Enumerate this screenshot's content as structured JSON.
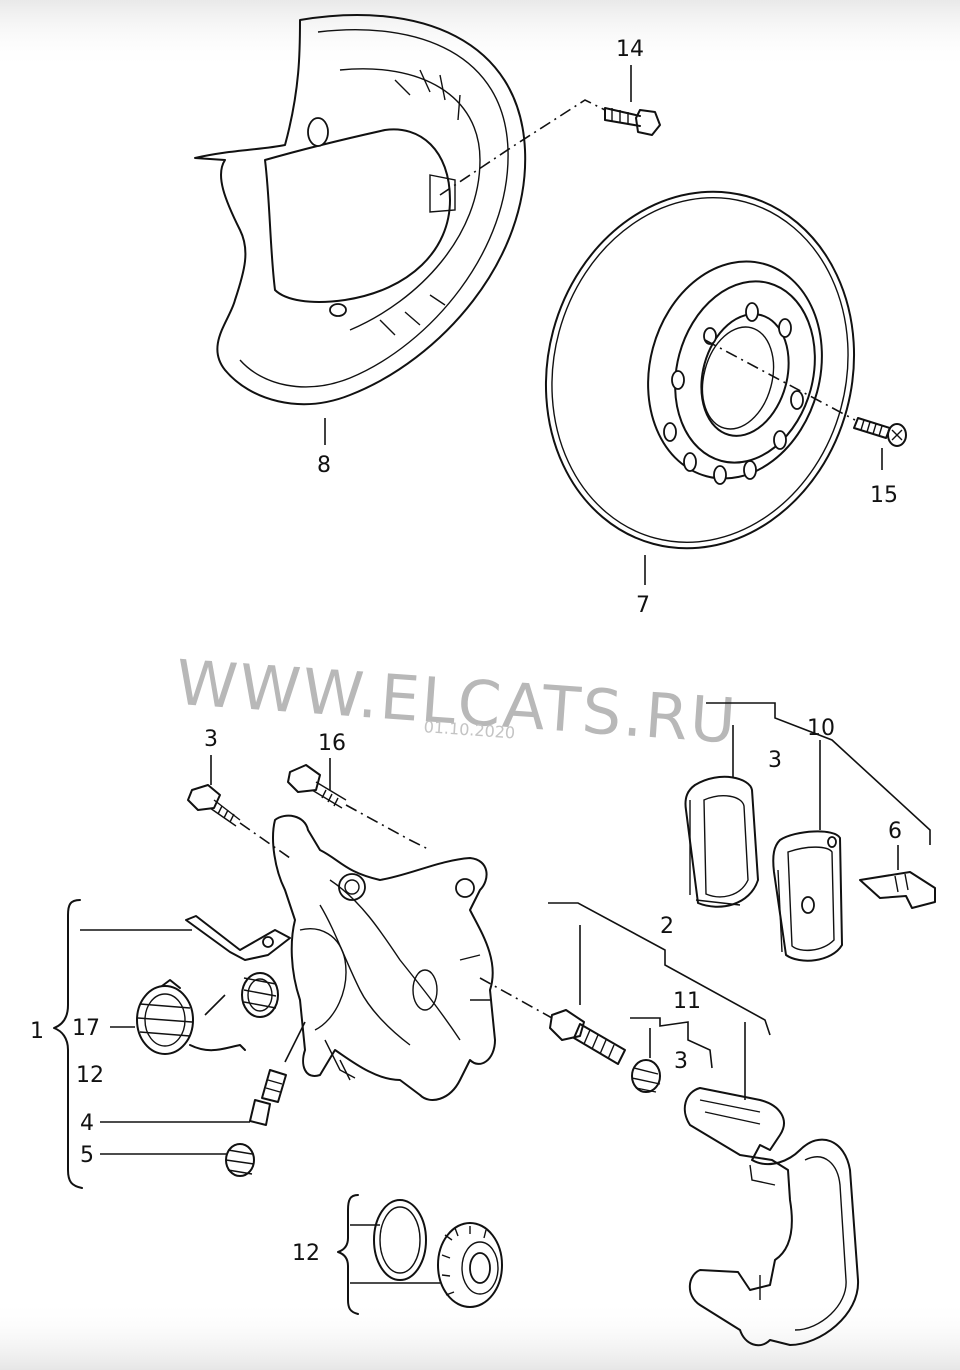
{
  "callouts": {
    "c1": "1",
    "c2": "2",
    "c3a": "3",
    "c3b": "3",
    "c3c": "3",
    "c4": "4",
    "c5": "5",
    "c6": "6",
    "c7": "7",
    "c8": "8",
    "c10": "10",
    "c11": "11",
    "c12a": "12",
    "c12b": "12",
    "c14": "14",
    "c15": "15",
    "c16": "16",
    "c17": "17"
  },
  "watermark": {
    "text": "WWW.ELCATS.RU",
    "date": "01.10.2020"
  },
  "colors": {
    "line": "#111111",
    "watermark": "#b8b8b8",
    "background": "#ffffff"
  }
}
